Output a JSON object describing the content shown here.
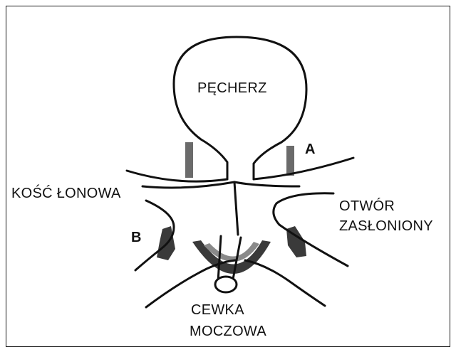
{
  "labels": {
    "bladder": "PĘCHERZ",
    "pubic_bone": "KOŚĆ ŁONOWA",
    "obturator_line1": "OTWÓR",
    "obturator_line2": "ZASŁONIONY",
    "urethra_line1": "CEWKA",
    "urethra_line2": "MOCZOWA",
    "marker_a": "A",
    "marker_b": "B"
  },
  "colors": {
    "ink": "#111111",
    "ligament_gray": "#6b6b6b",
    "muscle_dark": "#3a3a3a",
    "muscle_mid": "#8a8a8a",
    "background": "#ffffff"
  }
}
